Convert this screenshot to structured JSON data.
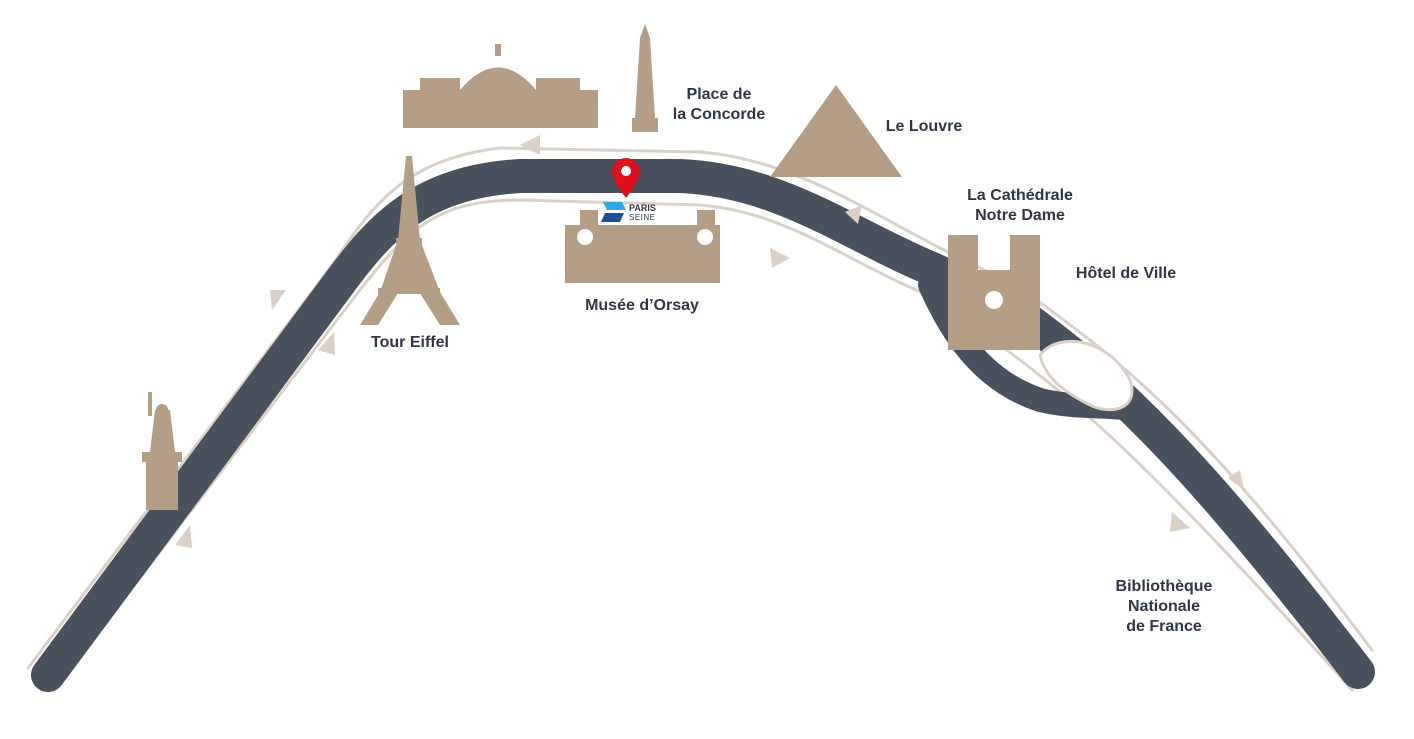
{
  "map": {
    "colors": {
      "river": "#49505e",
      "bank": "#d9d1c7",
      "monument": "#b49e86",
      "text": "#2f3747",
      "marker": "#e0101c",
      "logo_light": "#2fa8e0",
      "logo_dark": "#1d4f96"
    },
    "landmarks": [
      {
        "id": "grand-palais",
        "icon": "grand-palais-icon",
        "label_lines": []
      },
      {
        "id": "concorde",
        "icon": "obelisk-icon",
        "label_lines": [
          "Place de",
          "la Concorde"
        ]
      },
      {
        "id": "louvre",
        "icon": "pyramid-icon",
        "label_lines": [
          "Le Louvre"
        ]
      },
      {
        "id": "notre-dame",
        "icon": "cathedral-icon",
        "label_lines": [
          "La Cathédrale",
          "Notre Dame"
        ]
      },
      {
        "id": "hotel-de-ville",
        "icon": "",
        "label_lines": [
          "Hôtel de Ville"
        ]
      },
      {
        "id": "orsay",
        "icon": "museum-icon",
        "label_lines": [
          "Musée d’Orsay"
        ]
      },
      {
        "id": "eiffel",
        "icon": "eiffel-tower-icon",
        "label_lines": [
          "Tour Eiffel"
        ]
      },
      {
        "id": "liberty",
        "icon": "statue-of-liberty-icon",
        "label_lines": []
      },
      {
        "id": "bnf",
        "icon": "",
        "label_lines": [
          "Bibliothèque",
          "Nationale",
          "de France"
        ]
      }
    ],
    "logo": {
      "line1": "PARIS",
      "line2": "SEINE",
      "icon": "location-pin-icon"
    }
  }
}
